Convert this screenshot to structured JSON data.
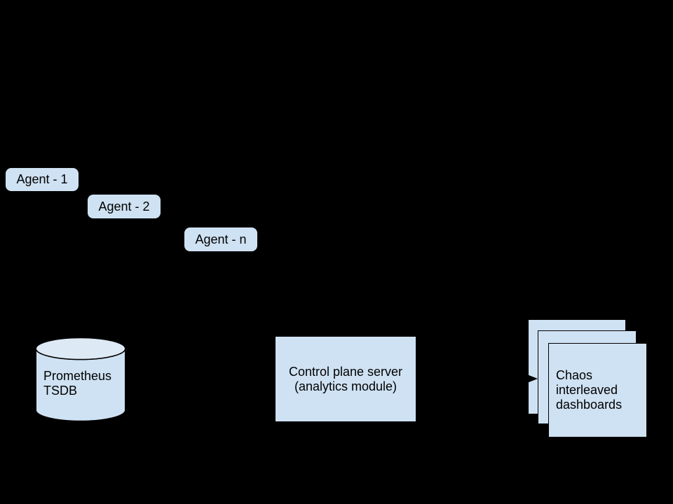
{
  "diagram": {
    "colors": {
      "background": "#000000",
      "node_fill": "#cfe2f3",
      "cylinder_top_fill": "#dee9f6",
      "outline": "#000000",
      "text": "#000000"
    },
    "agents": [
      {
        "label": "Agent - 1"
      },
      {
        "label": "Agent - 2"
      },
      {
        "label": "Agent - n"
      }
    ],
    "tsdb": {
      "lines": [
        "Prometheus",
        "TSDB"
      ]
    },
    "control_plane": {
      "lines": [
        "Control plane server",
        "(analytics module)"
      ]
    },
    "dashboards": {
      "lines": [
        "Chaos",
        "interleaved",
        "dashboards"
      ]
    },
    "connector": {
      "shape": "right-arrow"
    }
  }
}
